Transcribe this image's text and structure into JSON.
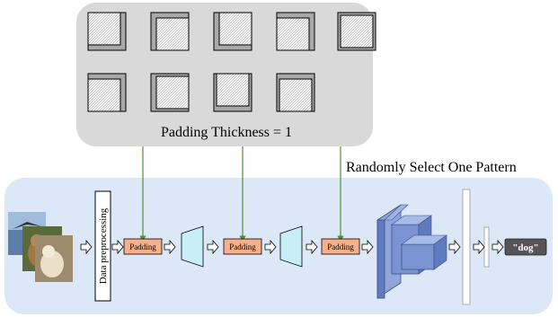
{
  "padding_panel": {
    "caption": "Padding Thickness = 1",
    "pattern_count": 9
  },
  "selection_label": "Randomly Select One Pattern",
  "pipeline": {
    "preprocessing_label": "Data preprocessing",
    "padding_labels": [
      "Padding",
      "Padding",
      "Padding"
    ],
    "output_label": "\"dog\""
  },
  "colors": {
    "panel_bg": "#d9d9d9",
    "pipeline_bg": "#dce8f7",
    "padding_box": "#f7b08a",
    "trapezoid": "#c8eef8",
    "cnn_block": "#6f8ccf",
    "arrow_green": "#4f8f3a",
    "output_box": "#555555"
  }
}
